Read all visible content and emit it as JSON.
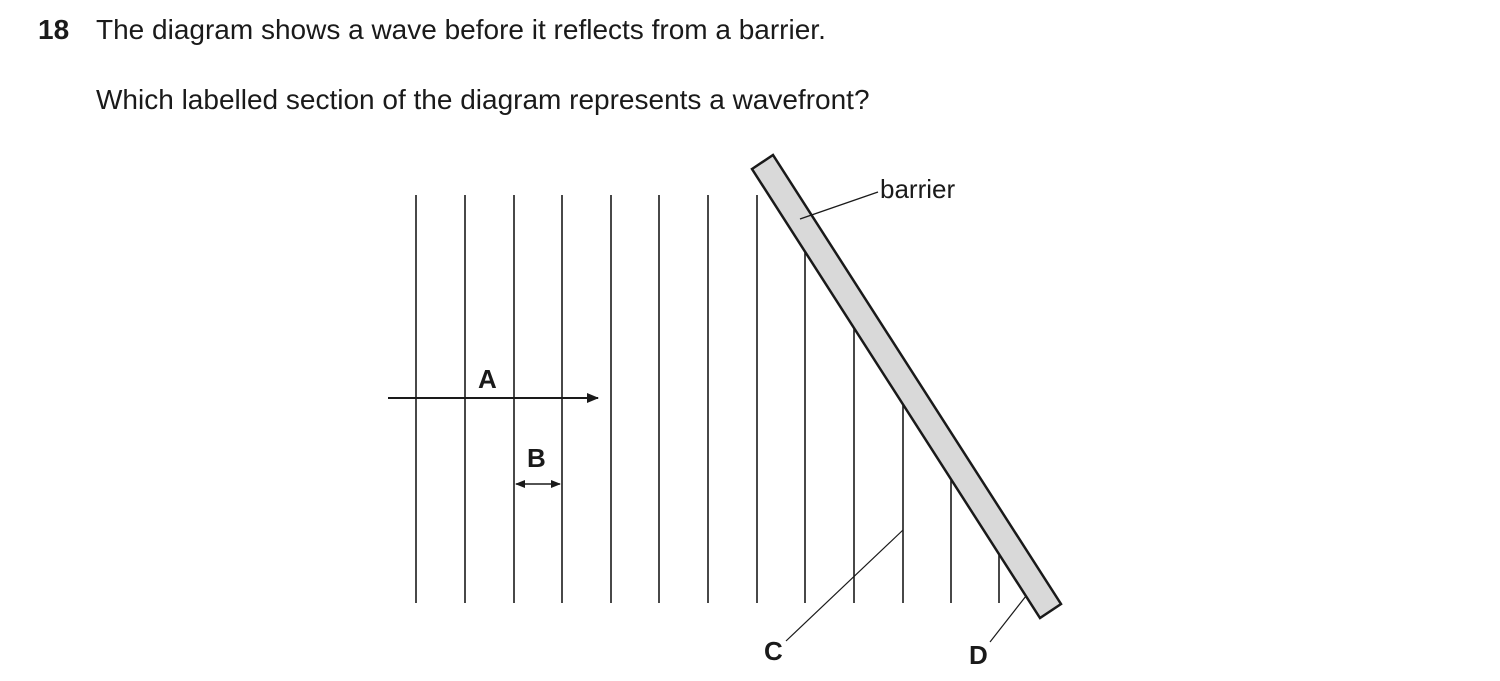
{
  "question": {
    "number": "18",
    "line1": "The diagram shows a wave before it reflects from a barrier.",
    "line2": "Which labelled section of the diagram represents a wavefront?"
  },
  "diagram": {
    "barrier_label": "barrier",
    "label_a": "A",
    "label_b": "B",
    "label_c": "C",
    "label_d": "D",
    "colors": {
      "line": "#1a1a1a",
      "barrier_fill": "#d9d9d9"
    }
  }
}
